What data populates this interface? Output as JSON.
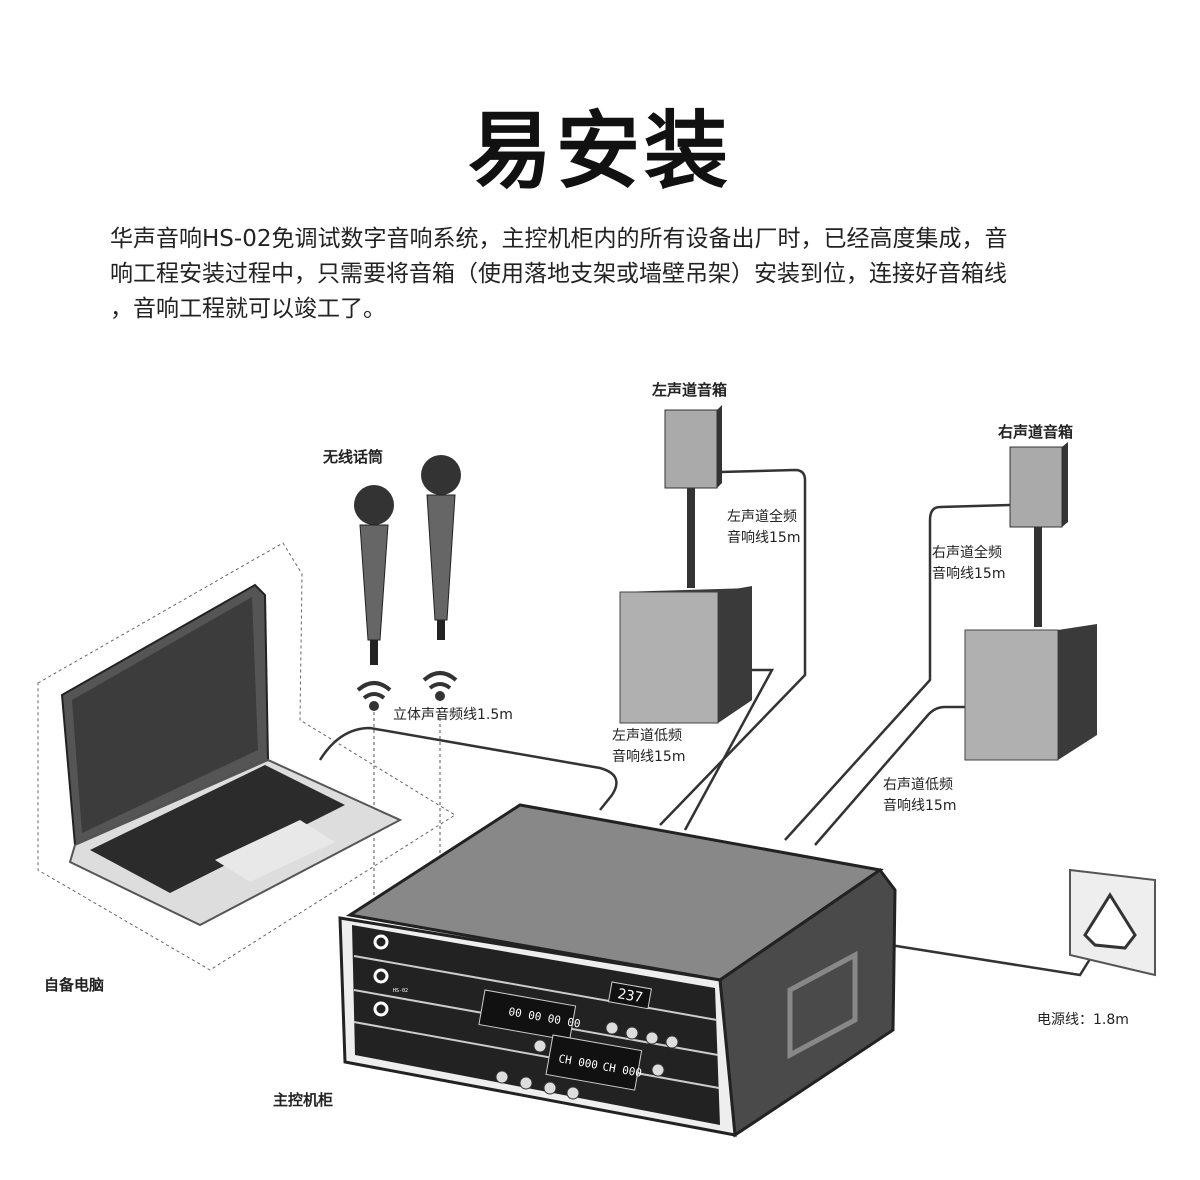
{
  "title": "易安装",
  "description": [
    "华声音响HS-02免调试数字音响系统，主控机柜内的所有设备出厂时，已经高度集成，音",
    "响工程安装过程中，只需要将音箱（使用落地支架或墙壁吊架）安装到位，连接好音箱线",
    "，音响工程就可以竣工了。"
  ],
  "labels": {
    "left_speaker": "左声道音箱",
    "right_speaker": "右声道音箱",
    "wireless_mic": "无线话筒",
    "left_full_cable": [
      "左声道全频",
      "音响线15m"
    ],
    "right_full_cable": [
      "右声道全频",
      "音响线15m"
    ],
    "stereo_cable": "立体声音频线1.5m",
    "left_sub_cable": [
      "左声道低频",
      "音响线15m"
    ],
    "right_sub_cable": [
      "右声道低频",
      "音响线15m"
    ],
    "laptop": "自备电脑",
    "cabinet": "主控机柜",
    "power_cable": "电源线：1.8m"
  },
  "device": {
    "model": "HS-02",
    "voltage_display": "237",
    "timer_display": "00 00 00 00",
    "channel_a": "CH 000",
    "channel_b": "CH 000"
  },
  "icons": [
    "microphone-icon",
    "wifi-icon",
    "laptop",
    "speaker",
    "subwoofer",
    "power-socket",
    "brand-logo"
  ]
}
